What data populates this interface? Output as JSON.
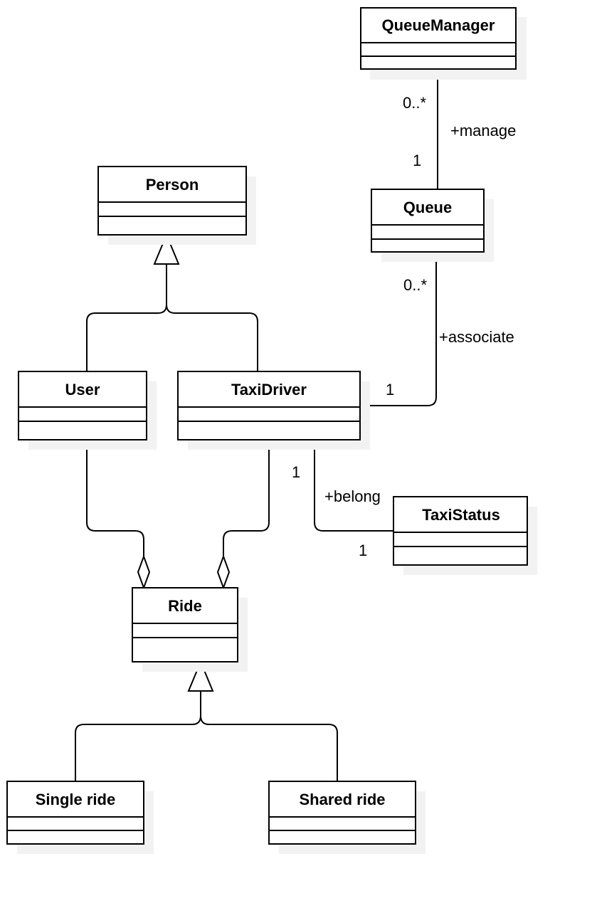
{
  "classes": {
    "queue_manager": "QueueManager",
    "queue": "Queue",
    "person": "Person",
    "user": "User",
    "taxi_driver": "TaxiDriver",
    "taxi_status": "TaxiStatus",
    "ride": "Ride",
    "single_ride": "Single ride",
    "shared_ride": "Shared ride"
  },
  "associations": {
    "manage": {
      "label": "+manage",
      "queue_manager_multiplicity": "0..*",
      "queue_multiplicity": "1"
    },
    "associate": {
      "label": "+associate",
      "queue_multiplicity": "0..*",
      "taxi_driver_multiplicity": "1"
    },
    "belong": {
      "label": "+belong",
      "taxi_driver_multiplicity": "1",
      "taxi_status_multiplicity": "1"
    }
  }
}
